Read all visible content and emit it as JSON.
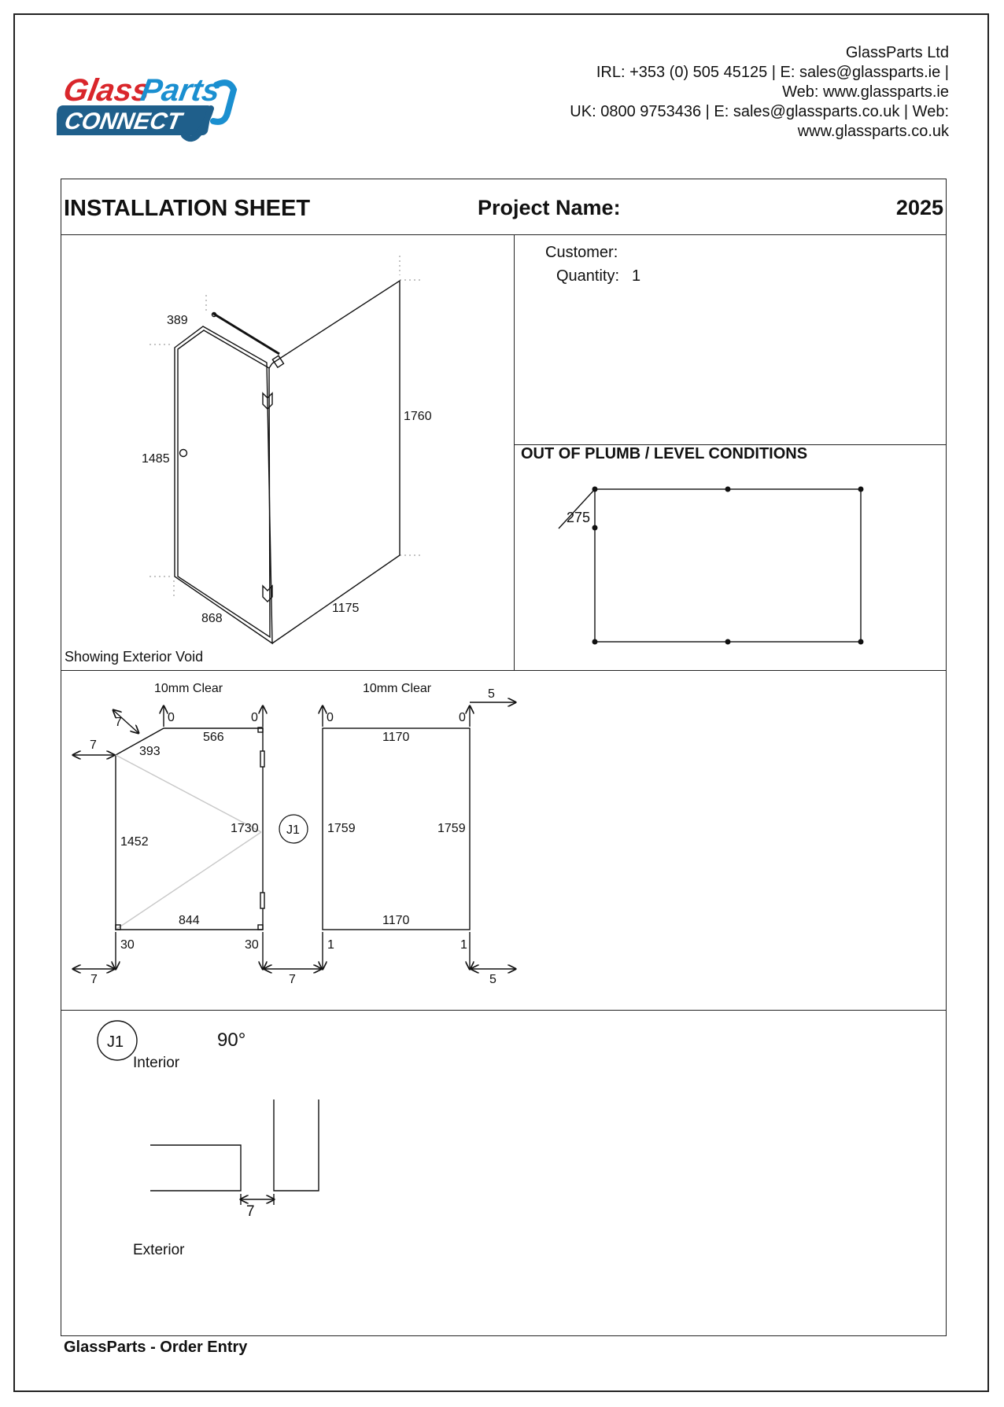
{
  "company": {
    "line1": "GlassParts Ltd",
    "line2": "IRL: +353 (0) 505 45125 | E: sales@glassparts.ie |",
    "line3": "Web: www.glassparts.ie",
    "line4": "UK: 0800 9753436 | E: sales@glassparts.co.uk | Web:",
    "line5": "www.glassparts.co.uk"
  },
  "logo": {
    "top_word_1": "Glass",
    "top_word_2": "Parts",
    "bottom_word": "CONNECT",
    "colors": {
      "red": "#d9262b",
      "blue": "#1a8fd0",
      "dark": "#1f5f8b"
    }
  },
  "header": {
    "title": "INSTALLATION SHEET",
    "project_label": "Project Name:",
    "year": "2025"
  },
  "info": {
    "customer_label": "Customer:",
    "quantity_label": "Quantity:",
    "quantity_value": "1"
  },
  "plumb": {
    "title": "OUT OF PLUMB / LEVEL CONDITIONS",
    "offset": "275"
  },
  "iso": {
    "caption": "Showing Exterior Void",
    "top_return": "389",
    "door_height": "1485",
    "panel_height": "1760",
    "bottom_door": "868",
    "bottom_panel": "1175"
  },
  "elev_left": {
    "clear_label": "10mm Clear",
    "gap_diag": "7",
    "gap_left": "7",
    "top_left": "0",
    "top_right": "0",
    "top_width": "566",
    "angled": "393",
    "left_height": "1452",
    "right_height": "1730",
    "bottom_width": "844",
    "bottom_left": "30",
    "bottom_right": "30",
    "gap_bottom_left": "7",
    "gap_bottom_mid": "7"
  },
  "joint_label": "J1",
  "elev_right": {
    "clear_label": "10mm Clear",
    "gap_top_right": "5",
    "top_left": "0",
    "top_right": "0",
    "top_width": "1170",
    "left_height": "1759",
    "right_height": "1759",
    "bottom_width": "1170",
    "bottom_left": "1",
    "bottom_right": "1",
    "gap_bottom_right": "5"
  },
  "joint_detail": {
    "label": "J1",
    "angle": "90°",
    "interior": "Interior",
    "exterior": "Exterior",
    "gap": "7"
  },
  "footer": "GlassParts - Order Entry"
}
